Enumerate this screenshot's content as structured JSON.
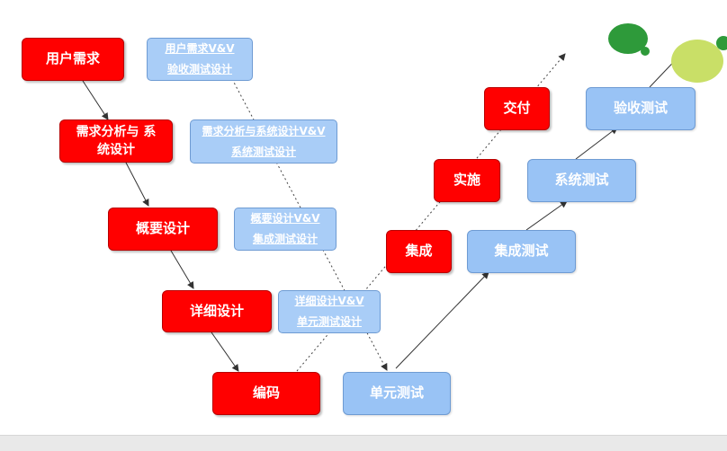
{
  "left_phases": [
    {
      "text": "用户需求"
    },
    {
      "text": "需求分析与 系统设计"
    },
    {
      "text": "概要设计"
    },
    {
      "text": "详细设计"
    },
    {
      "text": "编码"
    }
  ],
  "vv_labels": [
    {
      "line1": "用户需求V&V",
      "line2": "验收测试设计"
    },
    {
      "line1": "需求分析与系统设计V&V",
      "line2": "系统测试设计"
    },
    {
      "line1": "概要设计V&V",
      "line2": "集成测试设计"
    },
    {
      "line1": "详细设计V&V",
      "line2": "单元测试设计"
    }
  ],
  "test_phases": [
    {
      "text": "单元测试"
    },
    {
      "text": "集成测试"
    },
    {
      "text": "系统测试"
    },
    {
      "text": "验收测试"
    }
  ],
  "delivery_phases": [
    {
      "text": "集成"
    },
    {
      "text": "实施"
    },
    {
      "text": "交付"
    }
  ],
  "colors": {
    "phase_red": "#ff0000",
    "test_blue": "#99c3f5",
    "vv_blue": "#a9cdf7",
    "arrow": "#333333",
    "deco_green": "#2e9a3a",
    "deco_lime": "#c9df67"
  }
}
